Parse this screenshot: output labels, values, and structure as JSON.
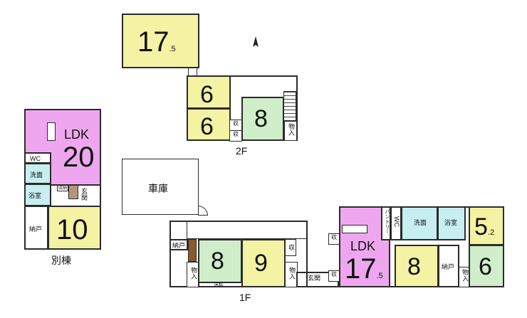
{
  "compass": {
    "icon": "north-arrow-icon"
  },
  "floors": {
    "second": {
      "label": "2F",
      "rooms": {
        "r17": {
          "num": "17",
          "dec": ".5"
        },
        "r6a": {
          "num": "6"
        },
        "r6b": {
          "num": "6"
        },
        "r8": {
          "num": "8"
        }
      },
      "storage1": "収",
      "storage2": "収",
      "closet": "物入"
    },
    "first": {
      "label": "1F",
      "garage": "車庫",
      "nando": "納戸",
      "monoire1": "物入",
      "room8a": {
        "num": "8"
      },
      "room9": {
        "num": "9"
      },
      "monoire2": "物入",
      "shu1": "収",
      "shu2": "収",
      "shu3": "収",
      "genkan": "玄関",
      "tokonoma": "床脇",
      "ldk": {
        "label": "LDK",
        "num": "17",
        "dec": ".5"
      },
      "pantry": "パントリー",
      "wc": "WC",
      "washroom": "洗面",
      "bath": "浴室",
      "room5": {
        "num": "5",
        "dec": ".2"
      },
      "room8b": {
        "num": "8"
      },
      "nando2": "納戸",
      "room6": {
        "num": "6"
      },
      "monoire3": "物入"
    },
    "annex": {
      "label": "別棟",
      "ldk": {
        "label": "LDK",
        "num": "20"
      },
      "wc": "WC",
      "washroom": "洗面",
      "bath": "浴室",
      "shu": "収納",
      "genkan": "玄関",
      "nando": "納戸",
      "room10": {
        "num": "10"
      }
    }
  }
}
